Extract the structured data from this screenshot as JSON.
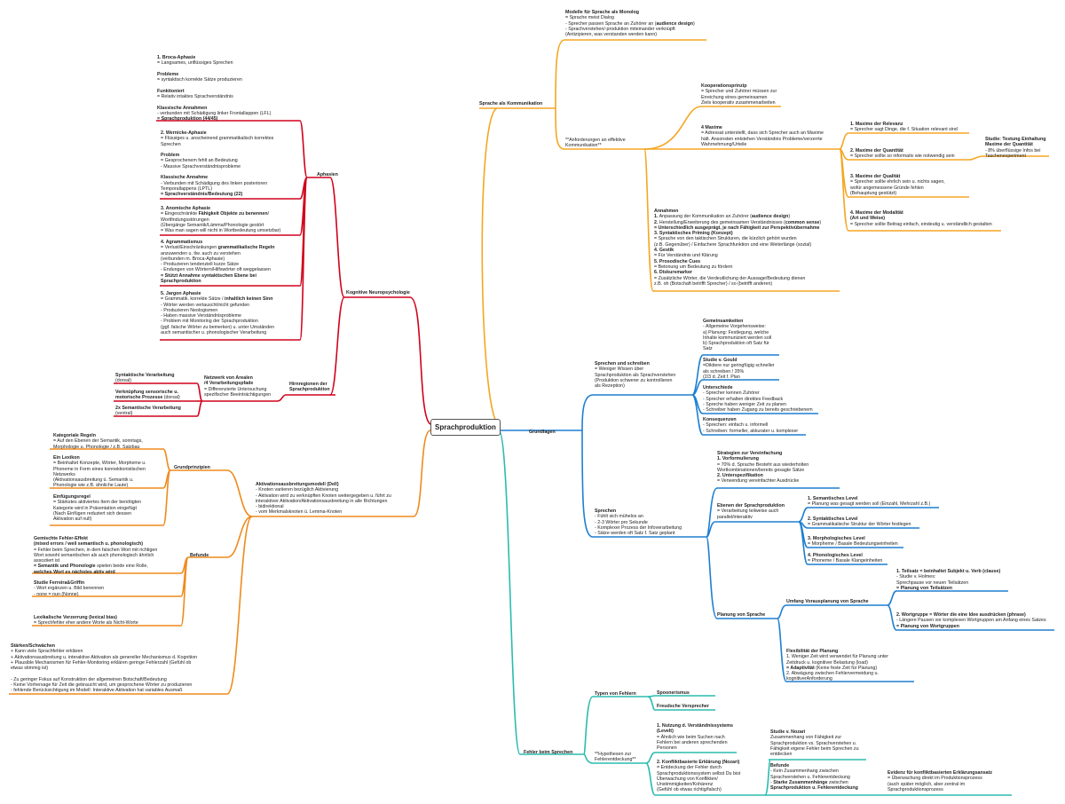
{
  "center": "Sprachproduktion",
  "colors": {
    "orange": "#f5a623",
    "blue": "#1e7fd1",
    "red": "#d0021b",
    "teal": "#2bbbad",
    "darkorange": "#f08a1c"
  },
  "nodes": [
    {
      "id": "sak",
      "text": "**Sprache als Kommunikation**"
    },
    {
      "id": "modelle",
      "text": "**Modelle für Sprache als Monolog**\n= Sprache meist Dialog\n- Sprecher passen Sprache an Zuhörer an (**audience design**)\n- Sprachverstehen/-produktion miteinander verknüpft\n(Antizipieren, was verstanden werden kann)"
    },
    {
      "id": "anford",
      "text": "**Anforderungen an effektive\nKommunikation**"
    },
    {
      "id": "koop",
      "text": "**Kooperationsprinzip**\n= Sprecher und Zuhörer müssen zur\nErreichung eines gemeinsamen\nZiels kooperativ zusammenarbeiten"
    },
    {
      "id": "maxime4",
      "text": "**4 Maxime**\n= Adressat unterstellt, dass sich Sprecher auch an Maxime\nhält. Ansonsten entstehen Verständnis Probleme/verzerrte\nWahrnehmung/Urteile"
    },
    {
      "id": "m1",
      "text": "**1. Maxime der Relevanz**\n= Sprecher sagt Dinge, die f. Situation relevant sind"
    },
    {
      "id": "m2",
      "text": "**2. Maxime der Quantität**\n= Sprecher sollte so informativ wie notwendig sein"
    },
    {
      "id": "m3",
      "text": "**3. Maxime der Qualität**\n= Sprecher sollte ehrlich sein u. nichts sagen,\nwofür angemessene Gründe fehlen\n(Behauptung gestützt)"
    },
    {
      "id": "m4",
      "text": "**4. Maxime der Modalität**\n**(Art und Weise)**\n= Sprecher sollte Beitrag einfach, eindeutig u. verständlich gestalten"
    },
    {
      "id": "studie_ein",
      "text": "**Studie: Testung Einhaltung**\n**Maxime der Quantität**\n- 8% überflüssige Infos bei\nTaschenexperiment"
    },
    {
      "id": "annahmen",
      "text": "**Annahmen**\n**1.** Anpassung der Kommunikation an Zuhörer (**audience design**)\n**2.** Herstellung/Erweiterung des gemeinsamen Verständnisses (**common sense**)\n**= Unterschiedlich ausgeprägt, je nach Fähigkeit zur Perspektivübernahme**\n**3. Syntaktisches Priming (Konzept)**\n= Sprache von den taktischen Strukturen, die kürzlich gehört wurden\n(z.B. Gegenüber) / Einfachere Sprachfunktion und eine Weiterlänge (sozial)\n**4. Gestik**\n= Für Verständnis und Klärung\n**5. Prosodische Cues**\n= Betonung um Bedeutung zu fördern\n**6. Diskursmarker**\n= Zusätzliche Wörter, die Verdeutlichung der Aussage/Bedeutung dienen\nz.B. oh (Botschaft betrifft Sprecher) / so (betrifft anderen)"
    },
    {
      "id": "grundlagen",
      "text": "**Grundlagen**"
    },
    {
      "id": "sus",
      "text": "**Sprechen und schreiben**\n= Weniger Wissen über\nSprachproduktion als Sprachverstehen\n(Produktion schwerer zu kontrollieren\nals Rezeption)"
    },
    {
      "id": "gemein",
      "text": "**Gemeinsamkeiten**\n- Allgemeine Vorgehensweise:\na) Planung: Festlegung, welche\nInhalte kommuniziert werden soll\nb) Sprachproduktion oft Satz für\nSatz"
    },
    {
      "id": "gould",
      "text": "**Studie v. Gould**\n=Diktiere nur geringfügig schneller\nals schreiben / 35%\n(2/3 d. Zeit f. Plan"
    },
    {
      "id": "untersch",
      "text": "**Unterschiede**\n- Sprecher kennen Zuhörer\n- Sprecher erhalten direktes Feedback\n- Spreche haben weniger Zeit zu planen\n- Schreiber haben Zugang zu bereits geschriebenem"
    },
    {
      "id": "konseq",
      "text": "**Konsequenzen**\n- Sprechen: einfach u. informell\n- Schreiben: formeller, akkurater u. komplexer"
    },
    {
      "id": "sprechen",
      "text": "**Sprechen**\n- Fühlt sich mühelos an\n- 2-3 Wörter pro Sekunde\n- Komplexer Prozess der Infoverarbeitung\n- Sätze werden oft Satz f. Satz geplant"
    },
    {
      "id": "strat",
      "text": "**Strategien zur Vereinfachung**\n**1. Vorformulierung**\n= 70% d. Sprache Besteht aus wiederholten\nWortkombinationen/bereits gesagte Sätze\n**2. Unterspezifikation**\n= Verwendung vereinfachter Ausdrücke"
    },
    {
      "id": "ebenen",
      "text": "**Ebenen der Sprachproduktion**\n= Verarbeitung teilweise auch\nparallel/interaktiv"
    },
    {
      "id": "sem",
      "text": "**1. Semantisches Level**\n= Planung was gesagt werden soll (Einzahl, Mehrzahl z.B.)"
    },
    {
      "id": "syn",
      "text": "**2. Syntaktisches Level**\n= Grammatikalische Struktur der Wörter festlegen"
    },
    {
      "id": "morph",
      "text": "**3. Morphologisches Level**\n= Morpheme / Basale Bedeutungseinheiten"
    },
    {
      "id": "phon",
      "text": "**4. Phonologisches Level**\n= Phoneme / Basale Klangeinheiten"
    },
    {
      "id": "planung",
      "text": "**Planung von Sprache**"
    },
    {
      "id": "umfang",
      "text": "**Umfang Vorausplanung von Sprache**"
    },
    {
      "id": "teilsatz",
      "text": "**1. Teilsatz = beinhaltet Subjekt u. Verb (clause)**\n- Studie v. Holmes:\nSprechpause vor neuen Teilsätzen\n**= Planung von Teilsätzen**"
    },
    {
      "id": "wortgr",
      "text": "**2. Wortgruppe = Wörter die eine Idee ausdrücken (phrase)**\n- Längere Pausen vor komplexen Wortgruppen am Anfang eines Satzes\n**= Planung von Wortgruppen**"
    },
    {
      "id": "flex",
      "text": "**Flexibilität der Planung**\n1. Weniger Zeit wird verwendet für Planung unter\nZeitdruck u. kognitiver Belastung (load)\n**= Adaptivität** (Keine feste Zeit für Planung)\n2. Abwägung zwischen Fehlervermeidung u.\nkognitiverAnforderung"
    },
    {
      "id": "fehler",
      "text": "**Fehler beim Sprechen**"
    },
    {
      "id": "typen",
      "text": "**Typen von Fehlern**"
    },
    {
      "id": "spoon",
      "text": "**Spoonerismus**"
    },
    {
      "id": "freud",
      "text": "**Freudsche Versprecher**"
    },
    {
      "id": "hypo",
      "text": "**Hypothesen zur\nFehlerentdeckung**"
    },
    {
      "id": "nutzung",
      "text": "**1. Nutzung d. Verständnissystems**\n**(Levelt)**\n= Ähnlich wie beim Suchen nach\nFehlern bei anderen sprechenden\nPersonen"
    },
    {
      "id": "konflikt",
      "text": "**2. Konfliktbasierte Erklärung (Nozari)**\n= Entdeckung der Fehler durch\nSprachproduktionssystem selbst Du bist\nÜberwachung von Konflikten/\nUnstimmigkeiten/Kohärenz\n(Gefühl ob etwas richtig/falsch)"
    },
    {
      "id": "nozari",
      "text": "**Studie v. Nozari**\nZusammenhang von Fähigkeit zur\nSprachproduktion vs. Sprachverstehen u.\nFähigkeit eigene Fehler beim Sprechen zu\nentdecken"
    },
    {
      "id": "befunde_r",
      "text": "**Befunde**\n- Kein Zusammenhang zwischen\nSprachverstehen u. Fehlerentdeckung\n- **Starke Zusammenhänge** zwischen\n**Sprachproduktion u. Fehlerentdeckung**"
    },
    {
      "id": "evidenz",
      "text": "**Evidenz für konfliktbasierten Erklärungsansatz**\n= Überwachung direkt im Produktionsprozess\n(auch später möglich, aber zentral im\nSprachproduktionsprozess"
    },
    {
      "id": "kogneuro",
      "text": "**Kognitive Neuropsychologie**"
    },
    {
      "id": "aphasien",
      "text": "**Aphasien**"
    },
    {
      "id": "broca",
      "text": "**1. Broca-Aphasie**\n= Langsames, unflüssiges Sprechen\n\n**Probleme**\n= syntaktisch korrekte Sätze produzieren\n\n**Funktioniert**\n= Relativ intaktes Sprachverständnis\n\n**Klassische Annahmen**\n- verbunden mit Schädigung linker Frontallappen (LFL)\n**= Sprachproduktion (44/45)**"
    },
    {
      "id": "wernicke",
      "text": "**2. Wernicke-Aphasie**\n= Flüssiges u. anscheinend grammatikalisch korrektes\nSprechen\n\n**Problem**\n= Gesprochenem fehlt an Bedeutung\n- Massive Sprachverständnisprobleme\n\n**Klassische Annahme**\n- Verbunden mit Schädigung des linken posterioren\nTemporallappens (LPTL)\n**= Sprachverständnis/Bedeutung (22)**"
    },
    {
      "id": "anomisch",
      "text": "**3. Anomische Aphasie**\n= Eingeschränkte **Fähigkeit Objekte zu benennen**/\nWortfindungsstörungen\n(Übergänge Semantik/Lämma/Phonologie gestört\n= Was man sagen will nicht in Wortbedeutung umsetzbar)"
    },
    {
      "id": "agramm",
      "text": "**4. Agrammatismus**\n= Verlust/Einschränkungen **grammatikalische Regeln**\nanzuwenden u. tlw. auch zu verstehen\n(verbunden m. Broca-Aphasie)\n- Produzieren tendenziell kurze Sätze\n- Endungen von Wörtern/Hilfswörter oft weggelassen\n**= Stützt Annahme syntaktischen Ebene bei**\n**Sprachproduktion**"
    },
    {
      "id": "jargon",
      "text": "**5. Jargon Aphasie**\n= Grammatik. korrekte Sätze / **inhaltlich keinen Sinn**\n- Wörter werden vertauscht/nicht gefunden\n- Produzieren Neologismen\n- Haben massive Verständnisprobleme\n- Problem mit Monitoring der Sprachproduktion\n(ggf. falsche Wörter zu bemerken) u. unter Umständen\nauch semantischer u. phonologischer Verarbeitung"
    },
    {
      "id": "hirn",
      "text": "**Hirnregionen der**\n**Sprachproduktion**"
    },
    {
      "id": "netzwerk",
      "text": "**Netzwerk von Arealen**\n**/4 Verarbeitungspfade**\n= Differenzierte Untersuchung\nspezifischer Beeinträchtigungen"
    },
    {
      "id": "synt_bez",
      "text": "**Syntaktische Verarbeitung**\n(dorsal)"
    },
    {
      "id": "verkn",
      "text": "**Verknüpfung sensorische u.**\n**motorische Prozesse** (dorsal)"
    },
    {
      "id": "sem2x",
      "text": "**2x Semantische Verarbeitung**\n(ventral)"
    },
    {
      "id": "aktiv",
      "text": "**Aktivationsausbreitungsmodell (Dell)**\n- Knoten variieren bezüglich Aktivierung\n- Aktivation wird zu verknüpften Knoten weitergegeben u. führt zu\ninteraktiver Aktivation/Aktivationsausbreitung in alle Richtungen\n- bidirektional\n- vom Merkmalsknoten ü. Lemma-Knoten"
    },
    {
      "id": "grundprinz",
      "text": "**Grundprinzipien**"
    },
    {
      "id": "katreg",
      "text": "**Kategoriale Regeln**\n= Auf den Ebenen der Semantik, sonntags,\nMorphologie u. Phonologie / z.B. Satzbau"
    },
    {
      "id": "lexikon",
      "text": "**Ein Lexikon**\n= Beinhaltet Konzepte, Wörter, Morpheme u.\nPhoneme in Form eines konnektionistischen\nNetzwerks\n(Aktivationsausbreitung ü. Semantik u.\nPhonologie wie z.B. ähnliche Laute)"
    },
    {
      "id": "einfueg",
      "text": "**Einfügungsregel**\n= Stärkstes aktiviertes Item der benötigten\nKategorie wird in Präsentation eingefügt\n(Nach Einfügen reduziert sich dessen\nAktivation auf null)"
    },
    {
      "id": "befunde_l",
      "text": "**Befunde**"
    },
    {
      "id": "gemischt",
      "text": "**Gemischte Fehler-Effekt**\n**(mixed errors / weil semantisch u. phonologisch)**\n= Fehler beim Sprechen, in dem falschen Wort mit richtigen\nWort sowohl semantischen als auch phonologisch ähnlich\nassoziiert ist\n**= Semantik und Phonologie** spielen beide eine Rolle,\n**welches Wort es nächstes aktiv wird**"
    },
    {
      "id": "ferreira",
      "text": "**Studie Ferreira&Griffin**\n- Wort ergänzen u. Bild benennen\n- none = nun (Nonne)"
    },
    {
      "id": "lexverz",
      "text": "**Lexikalische Verzerrung (lexical bias)**\n= Sprechfehler eher andere Worte als Nicht-Worte"
    },
    {
      "id": "staerken",
      "text": "**Stärken/Schwächen**\n+ Kann viele Sprachfehler erklären\n+ Aktivationsausbreitung u. interaktive Aktivation als genereller Mechanismus d. Kognition\n+ Plausible Mechanismen für Fehler-Monitoring erklären geringe Fehlerzahl (Gefühl ob\netwas stimmig ist)\n\n- Zu geringer Fokus auf Konstruktion der allgemeinen Botschaft/Bedeutung\n- Keine Vorhersage für Zeit die gebraucht wird, um gesprochene Wörter zu produzieren\n- fehlende Berücksichtigung im Modell: Interaktive Aktivation hat variables Ausmaß"
    }
  ]
}
